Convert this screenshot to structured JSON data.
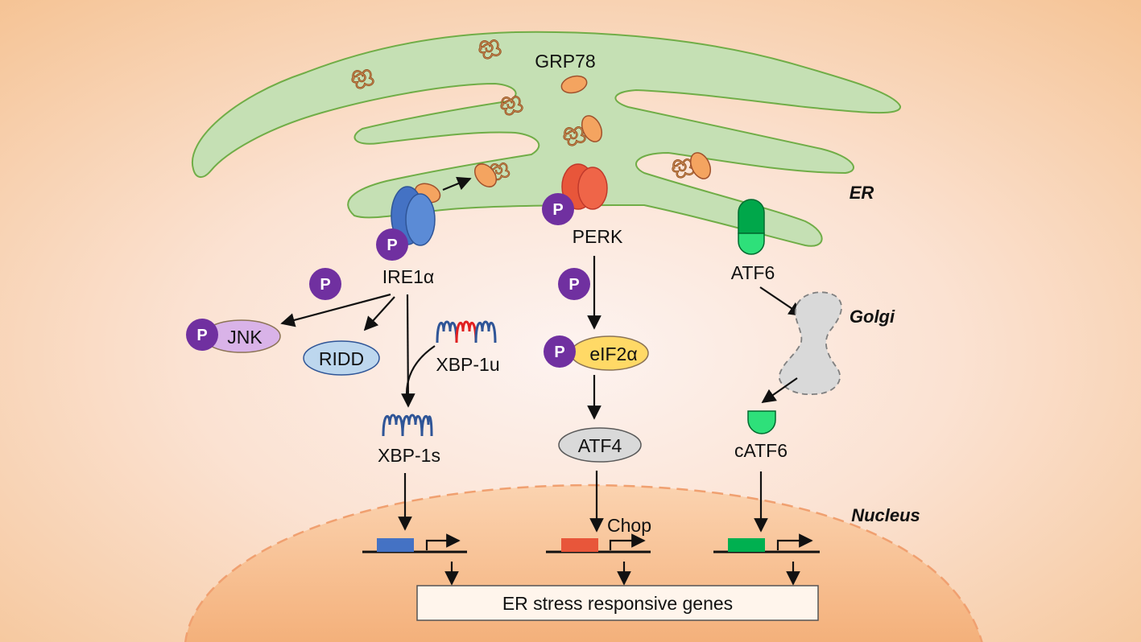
{
  "compartments": {
    "er": "ER",
    "golgi": "Golgi",
    "nucleus": "Nucleus"
  },
  "proteins": {
    "grp78": "GRP78",
    "ire1a": "IRE1α",
    "perk": "PERK",
    "atf6": "ATF6",
    "jnk": "JNK",
    "ridd": "RIDD",
    "xbp1u": "XBP-1u",
    "xbp1s": "XBP-1s",
    "eif2a": "eIF2α",
    "atf4": "ATF4",
    "catf6": "cATF6",
    "chop": "Chop"
  },
  "phospho_label": "P",
  "output_box": "ER stress responsive genes",
  "colors": {
    "background": "#f6c9a0",
    "er": "#c5e0b4",
    "er_border": "#70ad47",
    "ire1": "#4472c4",
    "perk": "#e8563a",
    "atf6": "#00b050",
    "phospho": "#7030a0",
    "grp78": "#f4a460",
    "unfolded_protein": "#a0522d",
    "eif2a": "#ffd966",
    "jnk": "#d9b3e8",
    "ridd": "#bdd7ee",
    "atf4": "#d9d9d9",
    "golgi": "#d9d9d9",
    "mrna_blue": "#2f5597",
    "mrna_red": "#e02020"
  }
}
